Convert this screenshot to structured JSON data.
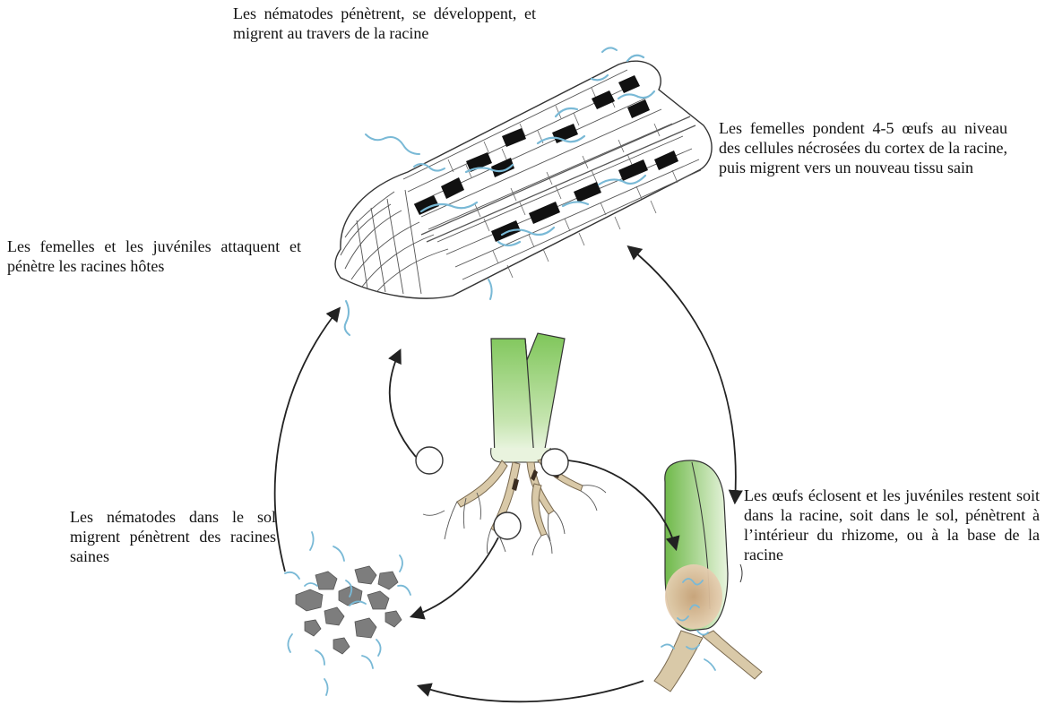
{
  "captions": {
    "penetrate": "Les nématodes pénètrent, se développent, et migrent au travers de la racine",
    "eggs": "Les femelles pondent 4-5 œufs au niveau des cellules nécrosées du cortex de la racine, puis migrent vers un nouveau tissu sain",
    "attack": "Les femelles et les juvéniles attaquent et pénètre les racines hôtes",
    "hatch": "Les œufs éclosent et les juvéniles restent soit dans la racine, soit dans le sol, pénètrent à l’intérieur du rhizome, ou à la base de la racine",
    "soil": "Les nématodes dans le sol migrent pénètrent des racines saines"
  },
  "colors": {
    "nematode": "#79b9d6",
    "necrotic": "#111111",
    "plant_green": "#8ccc63",
    "root": "#d9c9a8",
    "soil": "#7d7d7d",
    "arrow": "#222222"
  }
}
